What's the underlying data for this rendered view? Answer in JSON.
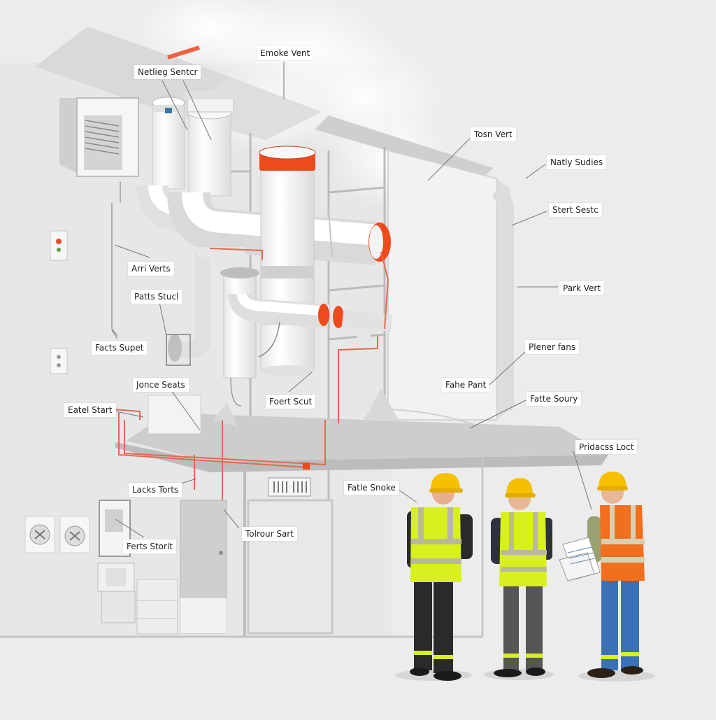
{
  "labels": {
    "smoke_vent": "Emoke Vent",
    "netting_senter": "Netlieg Sentcr",
    "tosn_vert": "Tosn Vert",
    "natly_sudies": "Natly Sudies",
    "stert_sestc": "Stert Sestc",
    "park_vert": "Park Vert",
    "arri_verts": "Arri Verts",
    "patts_stucl": "Patts Stucl",
    "facts_supet": "Facts Supet",
    "plener_fans": "Plener fans",
    "fahe_pant": "Fahe Pant",
    "jonce_seats": "Jonce Seats",
    "foert_scut": "Foert Scut",
    "fatte_soury": "Fatte Soury",
    "eatel_start": "Eatel Start",
    "pridacss_loct": "Pridacss Loct",
    "lacks_torts": "Lacks Torts",
    "fatle_snoke": "Fatle Snoke",
    "tolrour_sart": "Tolrour Sart",
    "ferts_storit": "Ferts Storit"
  },
  "colors": {
    "background": "#ececec",
    "pipe": "#ffffff",
    "accent_orange": "#ee4a1c",
    "wire_red": "#e06a50",
    "frame_grey": "#b9b9b9",
    "hivis_yellow": "#d8f01e",
    "hivis_orange": "#f07020",
    "helmet_yellow": "#f5c000"
  },
  "icons": {
    "exhaust_fan_left": "fan-icon",
    "exhaust_fan_right": "fan-icon",
    "wall_panel": "control-panel-icon",
    "wall_socket": "socket-icon"
  }
}
